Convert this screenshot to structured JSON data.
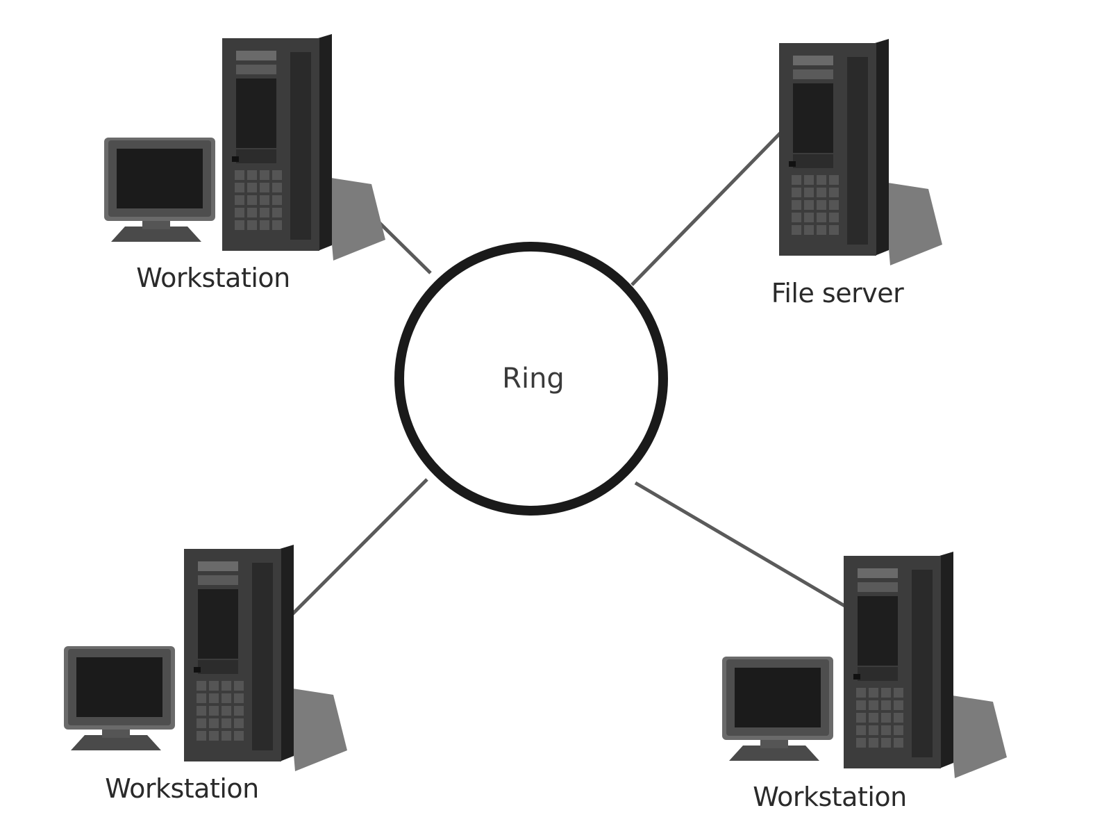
{
  "diagram": {
    "center_label": "Ring",
    "nodes": [
      {
        "id": "top-left",
        "kind": "workstation",
        "label": "Workstation"
      },
      {
        "id": "top-right",
        "kind": "file-server",
        "label": "File server"
      },
      {
        "id": "bottom-left",
        "kind": "workstation",
        "label": "Workstation"
      },
      {
        "id": "bottom-right",
        "kind": "workstation",
        "label": "Workstation"
      }
    ],
    "connections": [
      {
        "from": "Ring",
        "to": "top-left"
      },
      {
        "from": "Ring",
        "to": "top-right"
      },
      {
        "from": "Ring",
        "to": "bottom-left"
      },
      {
        "from": "Ring",
        "to": "bottom-right"
      }
    ]
  },
  "colors": {
    "ring": "#1a1a1a",
    "link": "#555555",
    "tower_front": "#3a3a3a",
    "tower_side": "#222222",
    "shadow": "#7a7a7a",
    "monitor": "#5a5a5a",
    "screen": "#1c1c1c"
  }
}
